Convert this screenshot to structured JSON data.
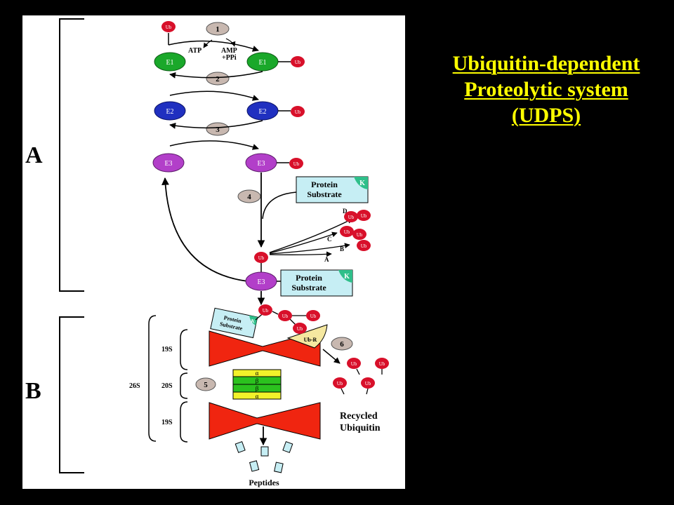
{
  "slide": {
    "title_lines": [
      "Ubiquitin-dependent",
      "Proteolytic system",
      "(UDPS)"
    ]
  },
  "diagram": {
    "sections": {
      "a": "A",
      "b": "B"
    },
    "steps": [
      "1",
      "2",
      "3",
      "4",
      "5",
      "6"
    ],
    "enzymes": {
      "e1": "E1",
      "e2": "E2",
      "e3": "E3"
    },
    "ub": "Ub",
    "ub_r": "Ub-R",
    "atp": "ATP",
    "amp_lines": [
      "AMP",
      "+PPi"
    ],
    "substrate_lines": [
      "Protein",
      "Substrate"
    ],
    "lysine": "K",
    "branches": [
      "D",
      "C",
      "B",
      "A"
    ],
    "proteasome": {
      "s19": "19S",
      "s20": "20S",
      "s26": "26S",
      "rings": [
        "α",
        "β",
        "β",
        "α"
      ]
    },
    "recycled_lines": [
      "Recycled",
      "Ubiquitin"
    ],
    "peptides": "Peptides",
    "colors": {
      "e1": "#1aa82a",
      "e2": "#2030c0",
      "e3": "#b23fc9",
      "ub": "#d8102a",
      "proteasome": "#f02510",
      "core_green": "#2bc21e",
      "core_yellow": "#f2f22a",
      "substrate": "#c6eef4",
      "lysine": "#2fbf8a",
      "step_circle": "#c8b8b0",
      "title": "#ffff00"
    }
  }
}
